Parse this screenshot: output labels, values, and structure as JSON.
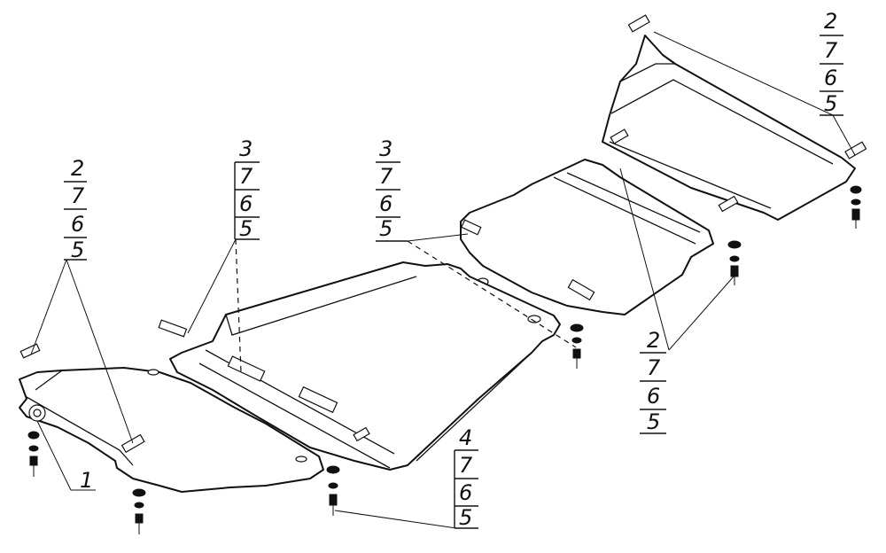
{
  "callouts": [
    {
      "id": "callout-a",
      "part": "2",
      "bolt": "7",
      "washer": "6",
      "nut": "5"
    },
    {
      "id": "callout-b",
      "part": "3",
      "bolt": "7",
      "washer": "6",
      "nut": "5"
    },
    {
      "id": "callout-c",
      "part": "3",
      "bolt": "7",
      "washer": "6",
      "nut": "5"
    },
    {
      "id": "callout-d",
      "part": "2",
      "bolt": "7",
      "washer": "6",
      "nut": "5"
    },
    {
      "id": "callout-e",
      "part": "2",
      "bolt": "7",
      "washer": "6",
      "nut": "5"
    },
    {
      "id": "callout-f",
      "part": "4",
      "bolt": "7",
      "washer": "6",
      "nut": "5"
    }
  ],
  "part_label": "1",
  "colors": {
    "line": "#111111",
    "background": "#ffffff"
  }
}
